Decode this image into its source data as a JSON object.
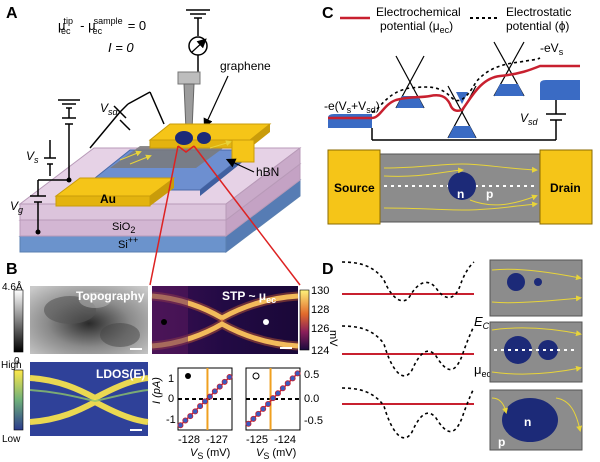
{
  "panel_labels": {
    "a": "A",
    "b": "B",
    "c": "C",
    "d": "D"
  },
  "panel_a": {
    "mu_tip": "μ",
    "mu_tip_sup": "tip",
    "mu_tip_sub": "ec",
    "minus": " - μ",
    "mu_sample_sup": "sample",
    "mu_sample_sub": "ec",
    "equals_zero": " = 0",
    "current_eq": "I = 0",
    "graphene": "graphene",
    "vsd": "V",
    "vsd_sub": "sd",
    "vs": "V",
    "vs_sub": "s",
    "vg": "V",
    "vg_sub": "g",
    "au": "Au",
    "sio2": "SiO",
    "sio2_sub": "2",
    "si": "Si",
    "si_sup": "++",
    "hbn": "hBN"
  },
  "panel_b": {
    "topography_title": "Topography",
    "topo_scale_max": "4.6Å",
    "topo_scale_min": "0",
    "stp_title": "STP ~ μ",
    "stp_title_sub": "ec",
    "stp_ticks": [
      "130",
      "128",
      "126",
      "124"
    ],
    "stp_unit": "mV",
    "ldos_title": "LDOS(E)",
    "ldos_scale_max": "High",
    "ldos_scale_min": "Low",
    "colors": {
      "stp_low": "#1a0a3d",
      "stp_mid": "#d4472f",
      "stp_high": "#fff27a",
      "ldos_low": "#2a3a8c",
      "ldos_high": "#ffe94a"
    }
  },
  "panel_c": {
    "legend_ec": "Electrochemical",
    "legend_ec2": "potential (μ",
    "legend_ec2_sub": "ec",
    "legend_ec2_end": ")",
    "legend_es": "Electrostatic",
    "legend_es2": "potential (ϕ)",
    "neg_evs": "-eV",
    "neg_evs_sub": "s",
    "left_label": "-e(V",
    "left_label_s": "s",
    "left_label_mid": "+V",
    "left_label_sd": "sd",
    "left_label_end": ")",
    "vsd": "V",
    "vsd_sub": "sd",
    "source": "Source",
    "drain": "Drain",
    "n": "n",
    "p": "p",
    "colors": {
      "ec_line": "#c8202f",
      "contact": "#f5c518",
      "dirac": "#3a6bc4"
    }
  },
  "panel_d": {
    "ecnp": "E",
    "ecnp_sub": "CNP",
    "muec": "μ",
    "muec_sub": "ec",
    "n": "n",
    "p": "p"
  },
  "chart_data": [
    {
      "type": "scatter",
      "title": "",
      "marker": "filled",
      "xlabel": "V_S (mV)",
      "ylabel": "I (pA)",
      "x_ticks": [
        "-128",
        "-127"
      ],
      "y_ticks": [
        "1",
        "0",
        "-1"
      ],
      "xlim": [
        -128.6,
        -126.4
      ],
      "ylim": [
        -1.3,
        1.3
      ],
      "zero_crossing": -127.4,
      "series": [
        {
          "x": [
            -128.5,
            -128.3,
            -128.1,
            -127.9,
            -127.7,
            -127.5,
            -127.3,
            -127.1,
            -126.9,
            -126.7,
            -126.5
          ],
          "y": [
            -1.1,
            -0.9,
            -0.72,
            -0.52,
            -0.3,
            -0.1,
            0.1,
            0.32,
            0.52,
            0.72,
            0.92
          ]
        }
      ]
    },
    {
      "type": "scatter",
      "title": "",
      "marker": "open",
      "xlabel": "V_S (mV)",
      "ylabel": "",
      "x_ticks": [
        "-125",
        "-124"
      ],
      "y_ticks": [
        "0.5",
        "0.0",
        "-0.5"
      ],
      "xlim": [
        -125.6,
        -123.4
      ],
      "ylim": [
        -0.75,
        0.75
      ],
      "zero_crossing": -124.6,
      "series": [
        {
          "x": [
            -125.5,
            -125.3,
            -125.1,
            -124.9,
            -124.7,
            -124.5,
            -124.3,
            -124.1,
            -123.9,
            -123.7,
            -123.5
          ],
          "y": [
            -0.6,
            -0.48,
            -0.36,
            -0.24,
            -0.12,
            0.02,
            0.14,
            0.26,
            0.38,
            0.5,
            0.62
          ]
        }
      ]
    }
  ]
}
